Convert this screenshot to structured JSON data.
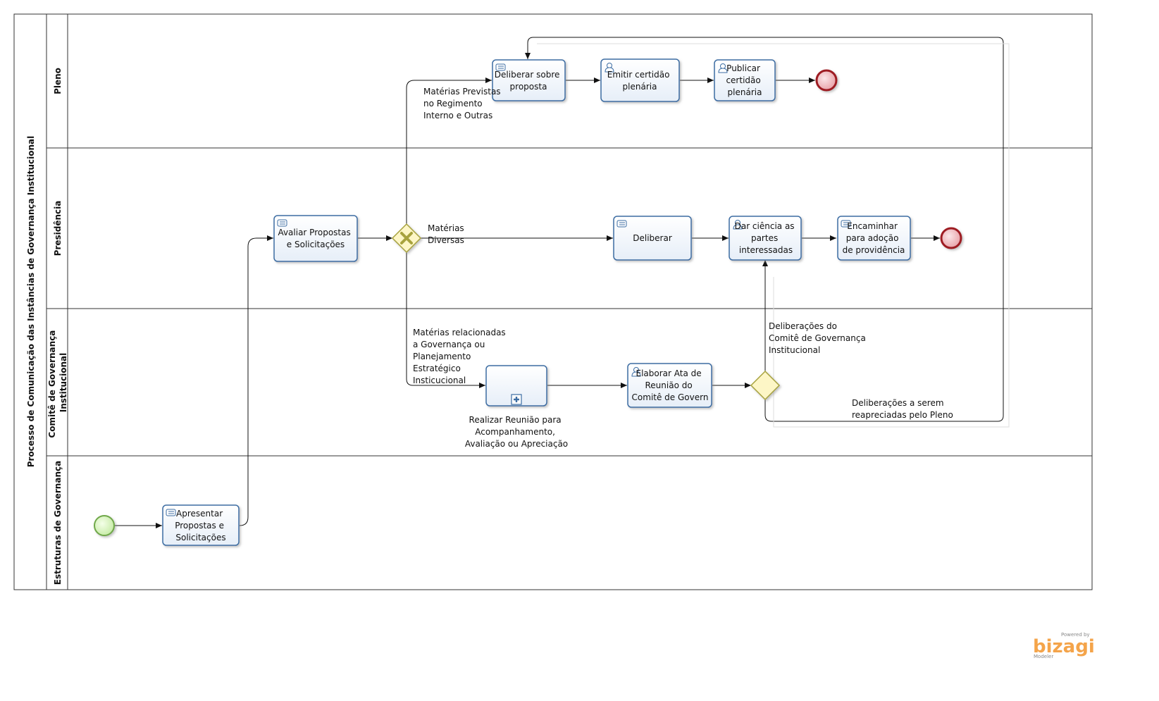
{
  "pool": {
    "title": "Processo de Comunicação das Instâncias de Governança Institucional"
  },
  "lanes": {
    "pleno": "Pleno",
    "presidencia": "Presidência",
    "comite_line1": "Comitê de Governança",
    "comite_line2": "Institucional",
    "estruturas": "Estruturas de Governança"
  },
  "tasks": {
    "apresentar": [
      "Apresentar",
      "Propostas e",
      "Solicitações"
    ],
    "avaliar": [
      "Avaliar Propostas",
      "e Solicitações"
    ],
    "deliberar_sobre": [
      "Deliberar sobre",
      "proposta"
    ],
    "emitir": [
      "Emitir certidão",
      "plenária"
    ],
    "publicar": [
      "Publicar",
      "certidão",
      "plenária"
    ],
    "deliberar": [
      "Deliberar"
    ],
    "dar_ciencia": [
      "Dar ciência as",
      "partes",
      "interessadas"
    ],
    "encaminhar": [
      "Encaminhar",
      "para adoção",
      "de providência"
    ],
    "elaborar": [
      "Elaborar Ata de",
      "Reunião  do",
      "Comitê  de Govern"
    ],
    "realizar": [
      "Realizar  Reunião para",
      "Acompanhamento,",
      "Avaliação ou Apreciação"
    ]
  },
  "flow_labels": {
    "materias_previstas": [
      "Matérias Previstas",
      "no Regimento",
      "Interno e Outras"
    ],
    "materias_diversas": [
      "Matérias",
      "Diversas"
    ],
    "materias_relacionadas": [
      "Matérias relacionadas",
      "a Governança ou",
      "Planejamento",
      "Estratégico",
      "Insticucional"
    ],
    "deliberacoes_comite": [
      "Deliberações do",
      "Comitê  de Governança",
      "Institucional"
    ],
    "deliberacoes_reaprec": [
      "Deliberações a serem",
      "reapreciadas pelo Pleno"
    ]
  },
  "watermark": {
    "powered": "Powered by",
    "brand": "bizagi",
    "product": "Modeler"
  },
  "colors": {
    "task_fill": "#f1f5fb",
    "task_stroke": "#3c6da3",
    "start_fill": "#dff5c8",
    "start_stroke": "#6fa84a",
    "end_fill": "#f3c9cc",
    "end_stroke": "#9e1b24",
    "gateway_fill": "#fdf6c6",
    "gateway_stroke": "#a7a23c",
    "brand": "#f4a44a"
  }
}
